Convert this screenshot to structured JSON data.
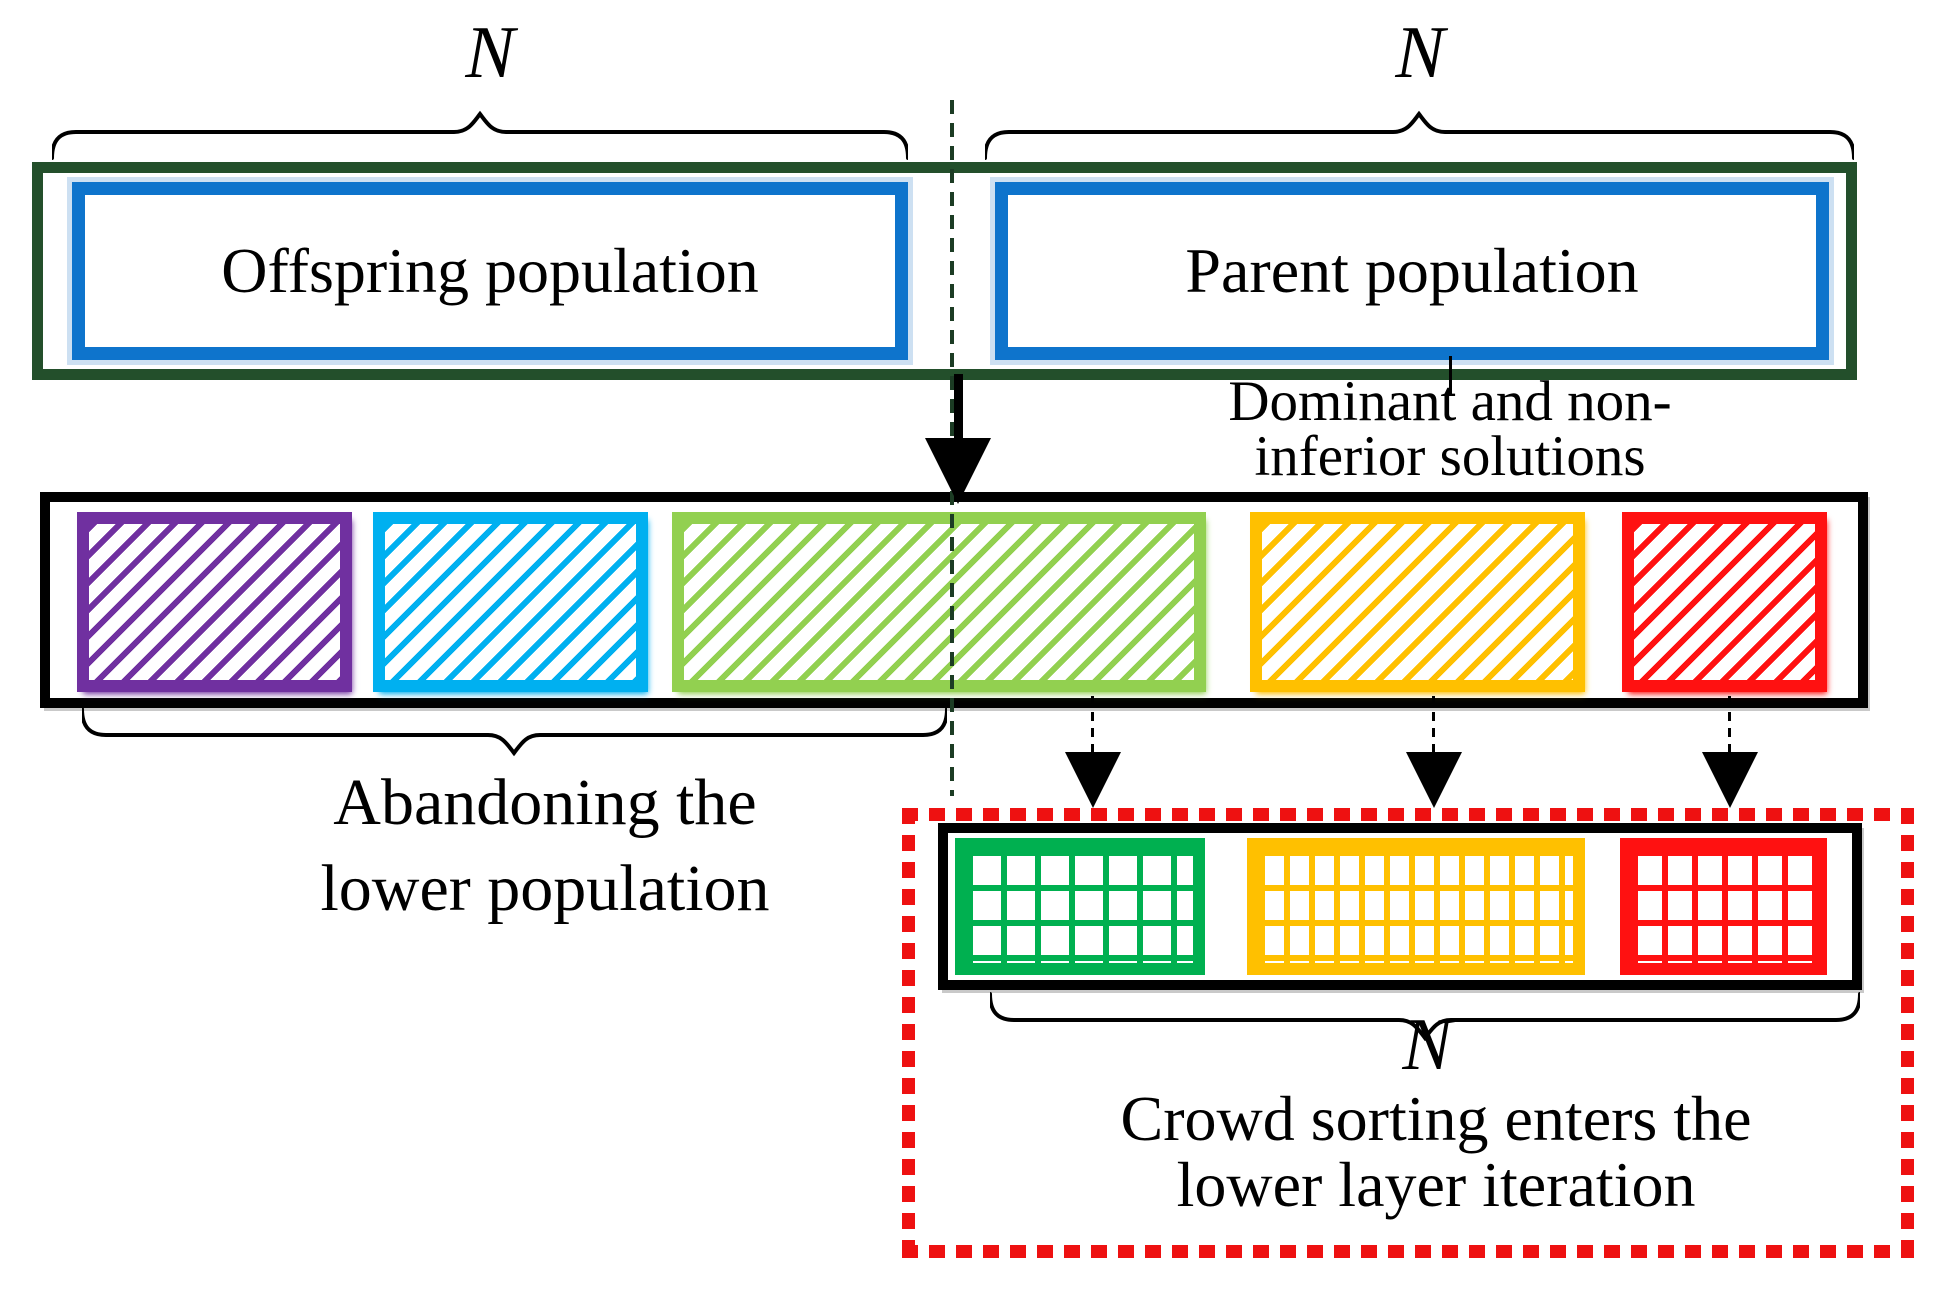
{
  "figure": {
    "counts": {
      "offspring": "N",
      "parent": "N",
      "selected": "N"
    },
    "boxes": {
      "offspring_label": "Offspring population",
      "parent_label": "Parent population"
    },
    "captions": {
      "dominant_line1": "Dominant and non-",
      "dominant_line2": "inferior solutions",
      "abandon_line1": "Abandoning the",
      "abandon_line2": "lower population",
      "crowd_line1": "Crowd sorting enters the",
      "crowd_line2": "lower layer iteration"
    },
    "colors": {
      "outer_box_border": "#234F2B",
      "population_box_border": "#0E74CC",
      "divider_dash": "#1C3C24",
      "highlight_dash": "#EE1111",
      "fronts": [
        "#7030A0",
        "#00B0F0",
        "#92D050",
        "#FFC000",
        "#FF1111"
      ],
      "selected_fronts": [
        "#00B050",
        "#FFC000",
        "#FF1111"
      ]
    }
  }
}
